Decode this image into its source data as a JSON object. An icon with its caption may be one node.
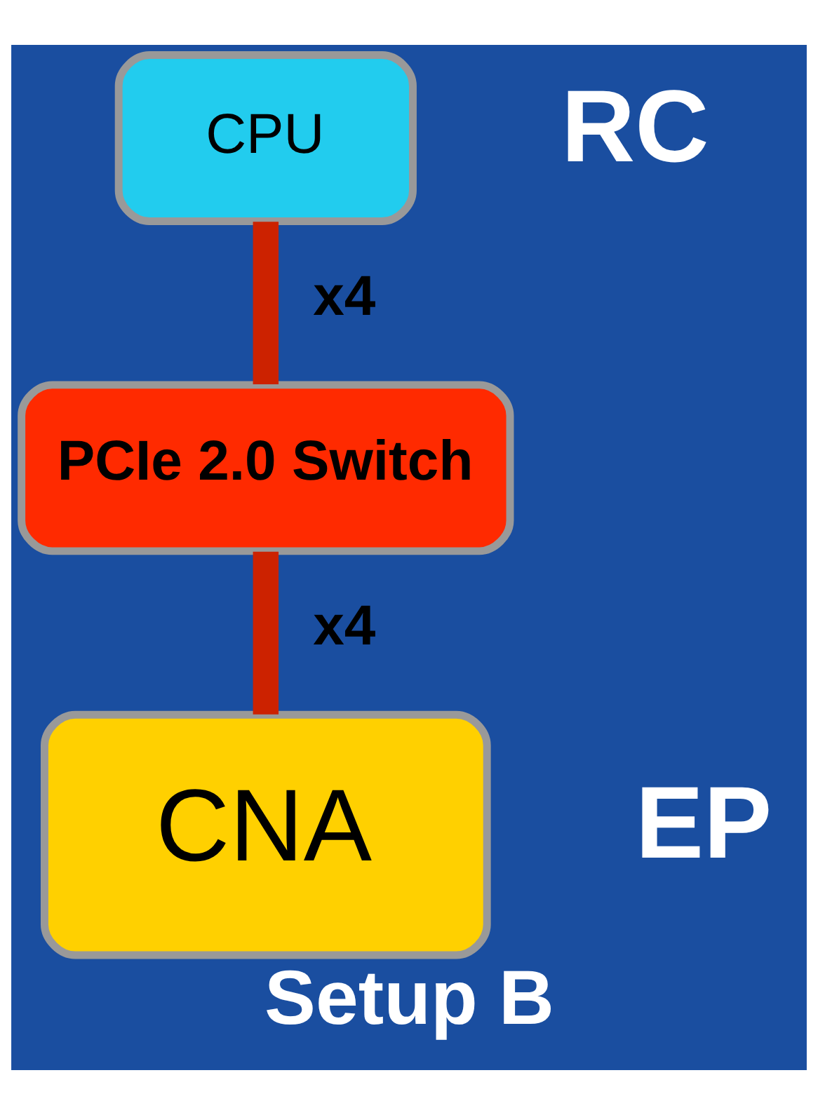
{
  "diagram": {
    "caption": "Setup B",
    "nodes": [
      {
        "text": [
          "CPU"
        ],
        "beside": [
          "RC"
        ]
      },
      {
        "text": [
          "PCIe 2.0 Switch"
        ]
      },
      {
        "text": [
          "CNA"
        ],
        "beside": [
          "EP"
        ]
      }
    ],
    "edges": [
      {
        "from": 0,
        "to": 1,
        "arrow": "none",
        "label": "x4"
      },
      {
        "from": 1,
        "to": 2,
        "arrow": "none",
        "label": "x4"
      }
    ]
  }
}
